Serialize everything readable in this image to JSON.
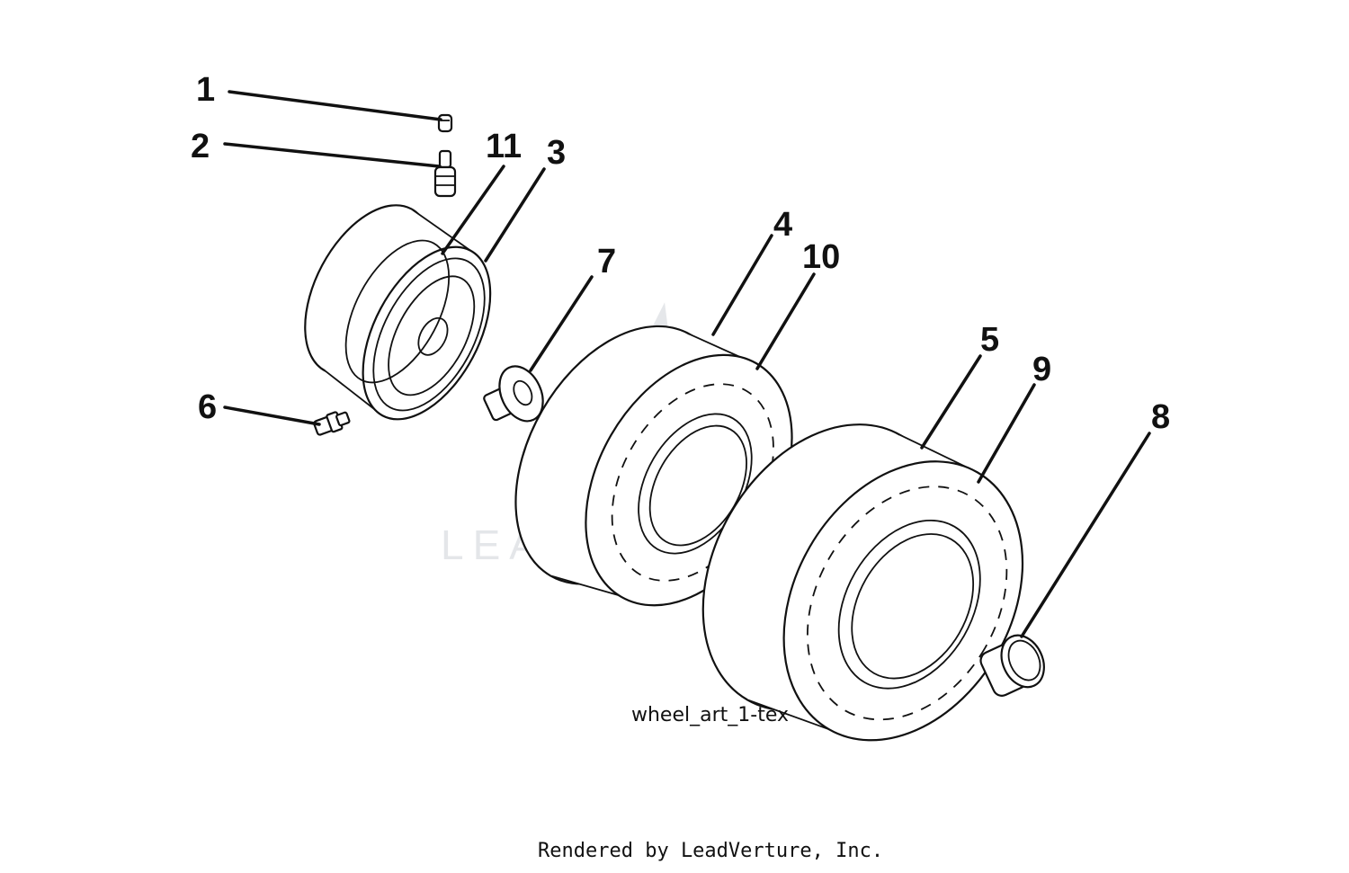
{
  "callouts": {
    "c1": "1",
    "c2": "2",
    "c3": "3",
    "c4": "4",
    "c5": "5",
    "c6": "6",
    "c7": "7",
    "c8": "8",
    "c9": "9",
    "c10": "10",
    "c11": "11"
  },
  "caption": "wheel_art_1-tex",
  "footer": "Rendered by LeadVerture, Inc.",
  "watermark": "LEADVENTURE"
}
